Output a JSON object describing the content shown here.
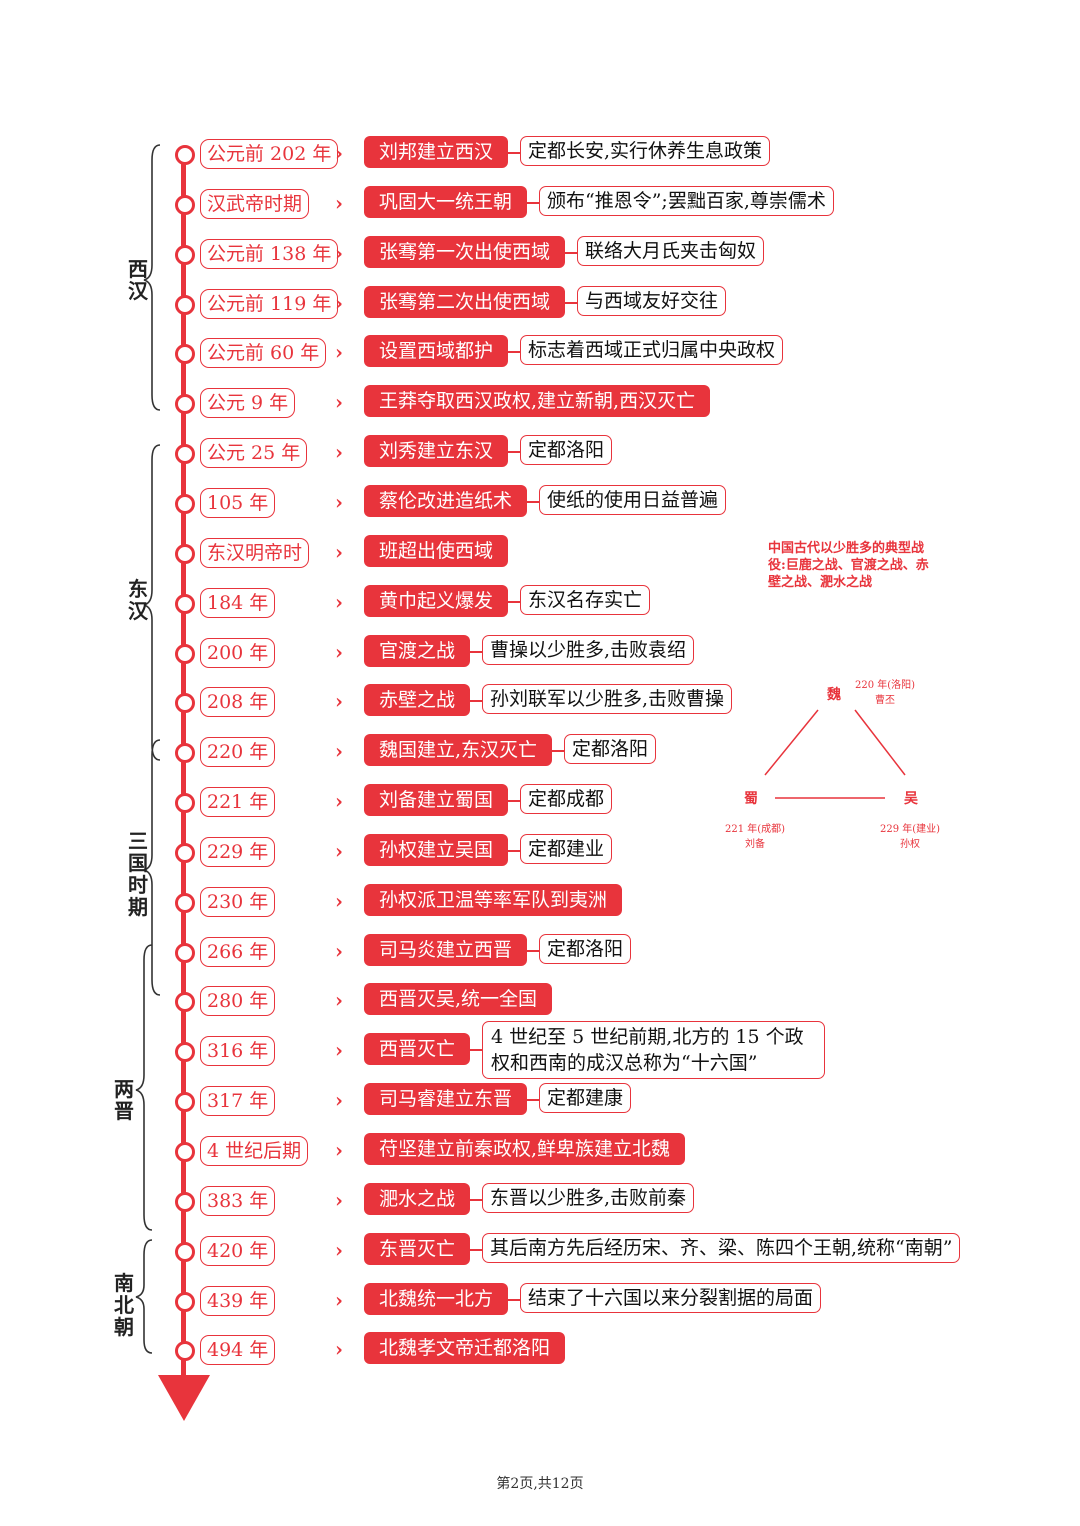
{
  "periods": {
    "xihan": "西汉",
    "donghan": "东汉",
    "sanguo": "三国时期",
    "liangjin": "两晋",
    "nanbeichao": "南北朝"
  },
  "rows": [
    {
      "date": "公元前 202 年",
      "event": "刘邦建立西汉",
      "detail": "定都长安,实行休养生息政策"
    },
    {
      "date": "汉武帝时期",
      "event": "巩固大一统王朝",
      "detail": "颁布“推恩令”;罢黜百家,尊崇儒术"
    },
    {
      "date": "公元前 138 年",
      "event": "张骞第一次出使西域",
      "detail": "联络大月氏夹击匈奴"
    },
    {
      "date": "公元前 119 年",
      "event": "张骞第二次出使西域",
      "detail": "与西域友好交往"
    },
    {
      "date": "公元前 60 年",
      "event": "设置西域都护",
      "detail": "标志着西域正式归属中央政权"
    },
    {
      "date": "公元 9 年",
      "event": "王莽夺取西汉政权,建立新朝,西汉灭亡",
      "detail": ""
    },
    {
      "date": "公元 25 年",
      "event": "刘秀建立东汉",
      "detail": "定都洛阳"
    },
    {
      "date": "105 年",
      "event": "蔡伦改进造纸术",
      "detail": "使纸的使用日益普遍"
    },
    {
      "date": "东汉明帝时",
      "event": "班超出使西域",
      "detail": ""
    },
    {
      "date": "184 年",
      "event": "黄巾起义爆发",
      "detail": "东汉名存实亡"
    },
    {
      "date": "200 年",
      "event": "官渡之战",
      "detail": "曹操以少胜多,击败袁绍"
    },
    {
      "date": "208 年",
      "event": "赤壁之战",
      "detail": "孙刘联军以少胜多,击败曹操"
    },
    {
      "date": "220 年",
      "event": "魏国建立,东汉灭亡",
      "detail": "定都洛阳"
    },
    {
      "date": "221 年",
      "event": "刘备建立蜀国",
      "detail": "定都成都"
    },
    {
      "date": "229 年",
      "event": "孙权建立吴国",
      "detail": "定都建业"
    },
    {
      "date": "230 年",
      "event": "孙权派卫温等率军队到夷洲",
      "detail": ""
    },
    {
      "date": "266 年",
      "event": "司马炎建立西晋",
      "detail": "定都洛阳"
    },
    {
      "date": "280 年",
      "event": "西晋灭吴,统一全国",
      "detail": ""
    },
    {
      "date": "316 年",
      "event": "西晋灭亡",
      "detail": "4 世纪至 5 世纪前期,北方的 15 个政权和西南的成汉总称为“十六国”"
    },
    {
      "date": "317 年",
      "event": "司马睿建立东晋",
      "detail": "定都建康"
    },
    {
      "date": "4 世纪后期",
      "event": "苻坚建立前秦政权,鲜卑族建立北魏",
      "detail": ""
    },
    {
      "date": "383 年",
      "event": "淝水之战",
      "detail": "东晋以少胜多,击败前秦"
    },
    {
      "date": "420 年",
      "event": "东晋灭亡",
      "detail": "其后南方先后经历宋、齐、梁、陈四个王朝,统称“南朝”"
    },
    {
      "date": "439 年",
      "event": "北魏统一北方",
      "detail": "结束了十六国以来分裂割据的局面"
    },
    {
      "date": "494 年",
      "event": "北魏孝文帝迁都洛阳",
      "detail": ""
    }
  ],
  "note": "中国古代以少胜多的典型战役:巨鹿之战、官渡之战、赤壁之战、淝水之战",
  "triangle": {
    "wei": "魏",
    "shu": "蜀",
    "wu": "吴",
    "wei_info": [
      "220 年(洛阳)",
      "曹丕"
    ],
    "shu_info": [
      "221 年(成都)",
      "刘备"
    ],
    "wu_info": [
      "229 年(建业)",
      "孙权"
    ]
  },
  "footer": "第2页,共12页",
  "colors": {
    "accent": "#e8343c"
  }
}
